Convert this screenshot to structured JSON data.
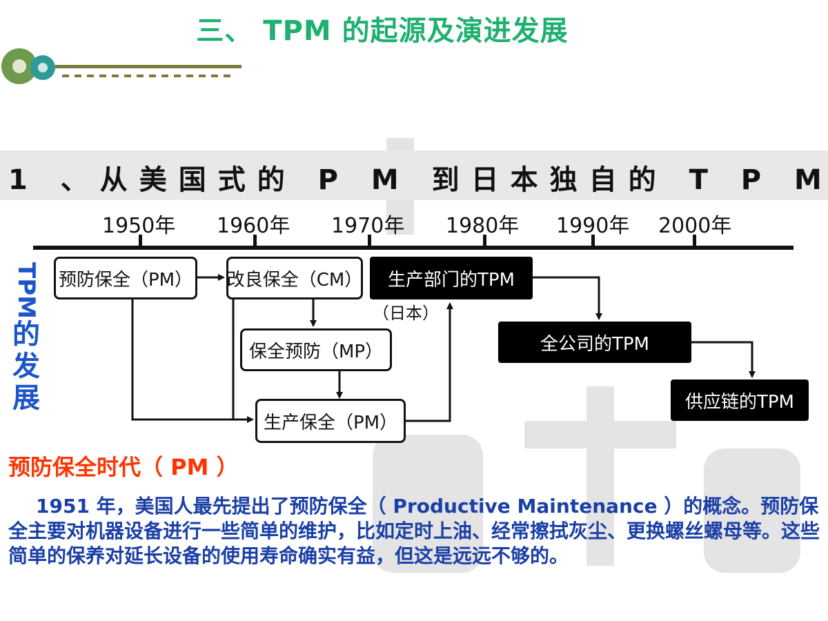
{
  "title": "三、 TPM 的起源及演进发展",
  "heading": "1 、从美国式的 P M 到日本独自的 T P M",
  "timeline": {
    "years": [
      "1950年",
      "1960年",
      "1970年",
      "1980年",
      "1990年",
      "2000年"
    ]
  },
  "side_label": {
    "tpm": "TPM",
    "rest": "的发展"
  },
  "nodes": {
    "pm": "预防保全（PM）",
    "cm": "改良保全（CM）",
    "mp": "保全预防（MP）",
    "production_pm": "生产保全（PM）",
    "production_dept_tpm": "生产部门的TPM",
    "japan_note": "（日本）",
    "company_tpm": "全公司的TPM",
    "supply_chain_tpm": "供应链的TPM"
  },
  "era_heading": "预防保全时代（ PM ）",
  "paragraph": "1951 年，美国人最先提出了预防保全（ Productive Maintenance ）的概念。预防保全主要对机器设备进行一些简单的维护，比如定时上油、经常擦拭灰尘、更换螺丝螺母等。这些简单的保养对延长设备的使用寿命确实有益，但这是远远不够的。",
  "colors": {
    "title": "#1fb070",
    "side_label": "#1a55c9",
    "era_heading": "#ff3300",
    "paragraph": "#1a3fa6"
  }
}
